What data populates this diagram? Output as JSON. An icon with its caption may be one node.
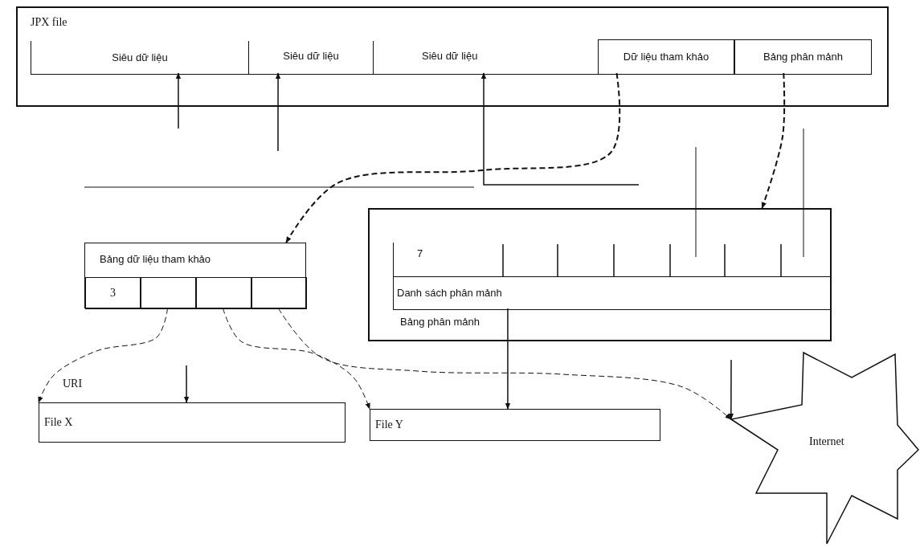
{
  "diagram": {
    "nodes": [
      {
        "text": [
          "JPX file"
        ]
      },
      {
        "text": [
          "Siêu dữ liệu"
        ],
        "in": 0
      },
      {
        "text": [
          "Siêu dữ liệu"
        ],
        "in": 0
      },
      {
        "text": [
          "Siêu dữ liệu"
        ],
        "in": 0
      },
      {
        "text": [
          "Dữ liệu tham khảo"
        ],
        "in": 0
      },
      {
        "text": [
          "Bảng phân mảnh"
        ],
        "in": 0
      },
      {
        "text": [
          "Bảng dữ liệu tham khảo"
        ]
      },
      {
        "text": [
          "3"
        ],
        "in": 6
      },
      {
        "text": [],
        "shape": "box",
        "in": 6
      },
      {
        "text": [],
        "shape": "box",
        "in": 6
      },
      {
        "text": [],
        "shape": "box",
        "in": 6
      },
      {
        "text": [
          "Bảng phân mảnh"
        ]
      },
      {
        "text": [
          "Danh sách phân mảnh"
        ],
        "in": 11
      },
      {
        "text": [
          "File X"
        ]
      },
      {
        "text": [
          "File Y"
        ]
      },
      {
        "text": [
          "Internet"
        ]
      }
    ],
    "edges": [
      {
        "from": 4,
        "to": 6,
        "arrow": "to",
        "style": "dashed"
      },
      {
        "from": 5,
        "to": 11,
        "arrow": "to",
        "style": "dashed"
      },
      {
        "from": 8,
        "to": 13,
        "arrow": "to",
        "style": "dashed"
      },
      {
        "from": 9,
        "to": 14,
        "arrow": "to",
        "style": "dashed"
      },
      {
        "from": 10,
        "to": 15,
        "arrow": "to",
        "style": "dashed"
      },
      {
        "from": null,
        "to": 1,
        "arrow": "to"
      },
      {
        "from": null,
        "to": 2,
        "arrow": "to"
      },
      {
        "from": null,
        "to": 3,
        "arrow": "to"
      },
      {
        "from": null,
        "to": 13,
        "arrow": "to"
      },
      {
        "from": 12,
        "to": 14,
        "arrow": "to"
      },
      {
        "from": null,
        "to": 15,
        "arrow": "to"
      }
    ],
    "labels": [
      "7",
      "URI"
    ]
  }
}
